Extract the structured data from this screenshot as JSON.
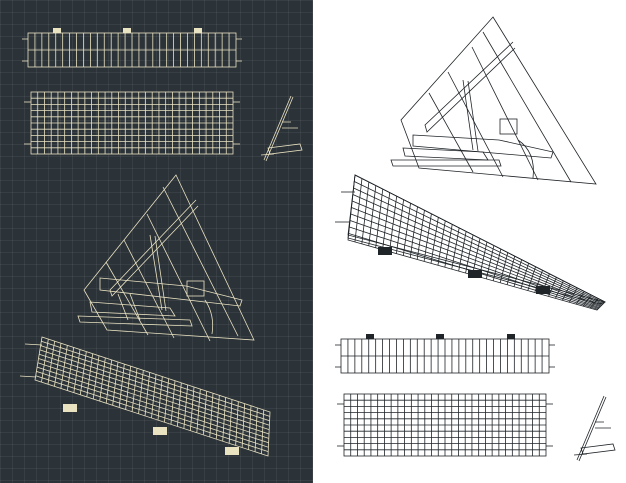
{
  "sheet": {
    "background_dark": "#2b3238",
    "line_dark": "#eae3c2",
    "background_light": "#ffffff",
    "line_light": "#1f2428"
  },
  "dark_views": [
    "top-view-frame",
    "front-view-panel",
    "side-view",
    "rear-isometric-mount",
    "front-isometric-panel"
  ],
  "light_views": [
    "rear-isometric-mount",
    "front-isometric-panel",
    "top-view-frame",
    "front-view-panel",
    "side-view"
  ]
}
